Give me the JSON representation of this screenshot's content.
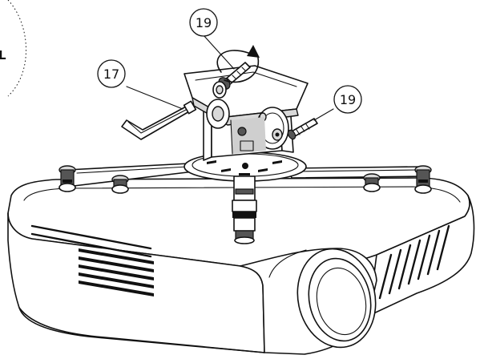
{
  "callouts": [
    {
      "number": "19"
    },
    {
      "number": "17"
    },
    {
      "number": "19"
    }
  ],
  "edge_label": "L"
}
